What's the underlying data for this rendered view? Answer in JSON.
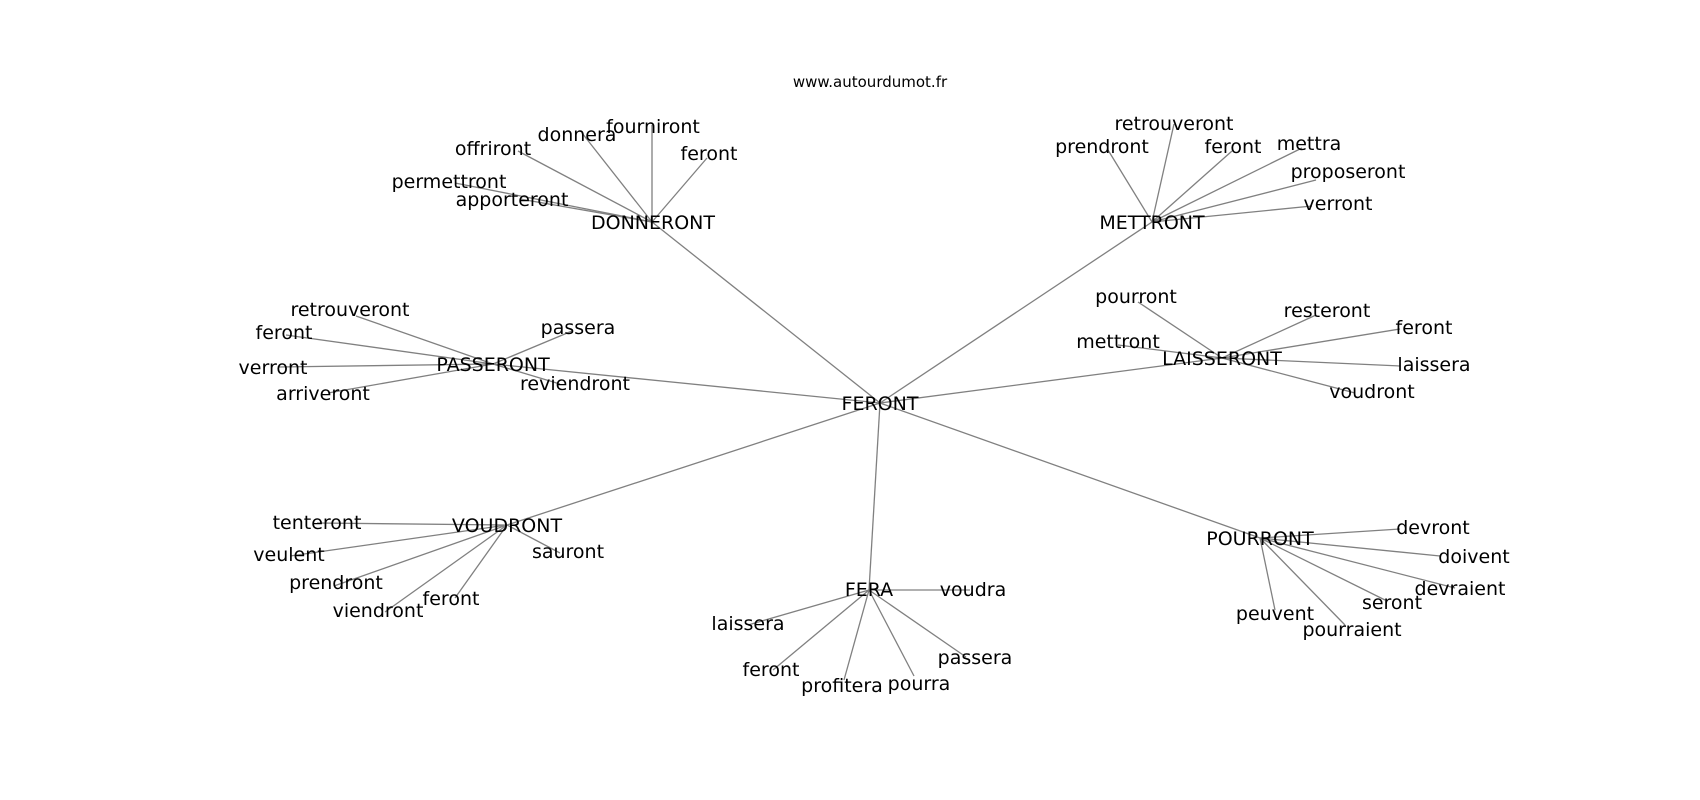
{
  "source": "www.autourdumot.fr",
  "center": "FERONT",
  "hubs": [
    {
      "id": "donneront",
      "label": "DONNERONT",
      "leaves": [
        "offriront",
        "donnera",
        "fourniront",
        "feront",
        "permettront",
        "apporteront"
      ]
    },
    {
      "id": "mettront",
      "label": "METTRONT",
      "leaves": [
        "retrouveront",
        "prendront",
        "feront",
        "mettra",
        "proposeront",
        "verront"
      ]
    },
    {
      "id": "passeront",
      "label": "PASSERONT",
      "leaves": [
        "retrouveront",
        "feront",
        "passera",
        "verront",
        "reviendront",
        "arriveront"
      ]
    },
    {
      "id": "laisseront",
      "label": "LAISSERONT",
      "leaves": [
        "pourront",
        "resteront",
        "feront",
        "mettront",
        "laissera",
        "voudront"
      ]
    },
    {
      "id": "voudront",
      "label": "VOUDRONT",
      "leaves": [
        "tenteront",
        "veulent",
        "sauront",
        "prendront",
        "viendront",
        "feront"
      ]
    },
    {
      "id": "fera",
      "label": "FERA",
      "leaves": [
        "voudra",
        "laissera",
        "passera",
        "feront",
        "profitera",
        "pourra"
      ]
    },
    {
      "id": "pourront",
      "label": "POURRONT",
      "leaves": [
        "devront",
        "doivent",
        "devraient",
        "seront",
        "peuvent",
        "pourraient"
      ]
    }
  ]
}
